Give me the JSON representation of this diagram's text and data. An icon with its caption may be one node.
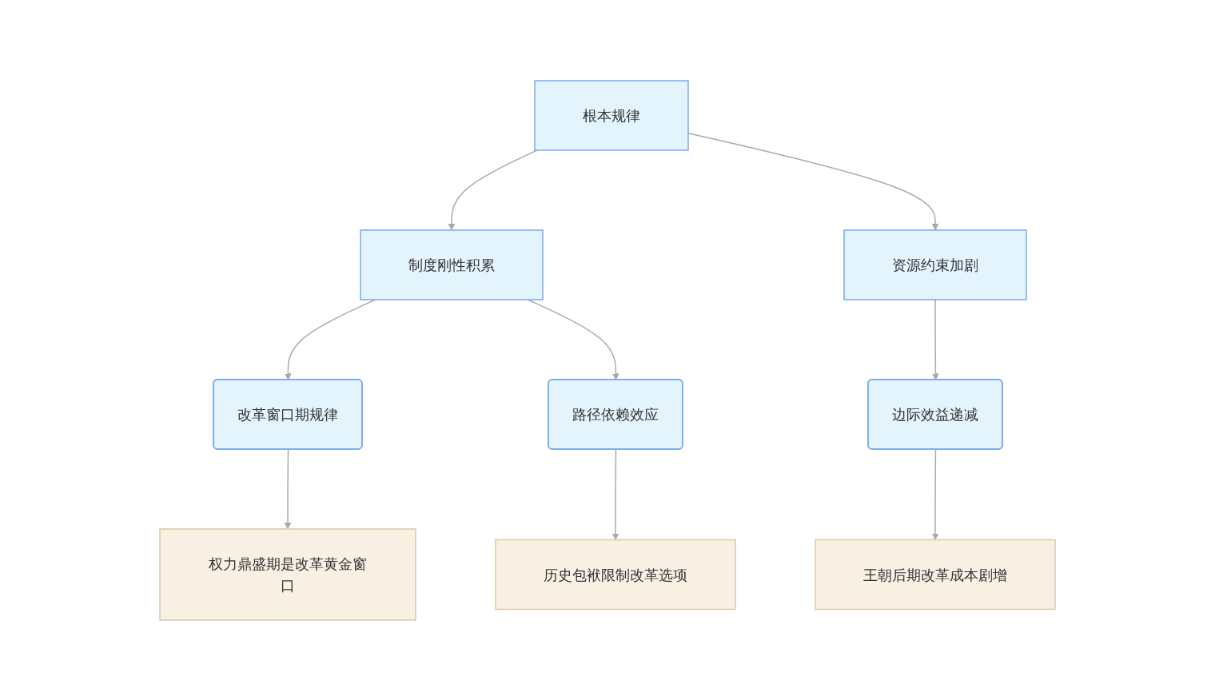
{
  "diagram": {
    "nodes": [
      {
        "text": [
          "根本规律"
        ]
      },
      {
        "text": [
          "制度刚性积累"
        ]
      },
      {
        "text": [
          "资源约束加剧"
        ]
      },
      {
        "text": [
          "改革窗口期规律"
        ]
      },
      {
        "text": [
          "路径依赖效应"
        ]
      },
      {
        "text": [
          "边际效益递减"
        ]
      },
      {
        "text": [
          "权力鼎盛期是改革黄金窗口"
        ]
      },
      {
        "text": [
          "历史包袱限制改革选项"
        ]
      },
      {
        "text": [
          "王朝后期改革成本剧增"
        ]
      }
    ],
    "edges": [
      {
        "from": 0,
        "to": 1,
        "arrow": "to"
      },
      {
        "from": 0,
        "to": 2,
        "arrow": "to"
      },
      {
        "from": 1,
        "to": 3,
        "arrow": "to"
      },
      {
        "from": 1,
        "to": 4,
        "arrow": "to"
      },
      {
        "from": 2,
        "to": 5,
        "arrow": "to"
      },
      {
        "from": 3,
        "to": 6,
        "arrow": "to"
      },
      {
        "from": 4,
        "to": 7,
        "arrow": "to"
      },
      {
        "from": 5,
        "to": 8,
        "arrow": "to"
      }
    ]
  }
}
